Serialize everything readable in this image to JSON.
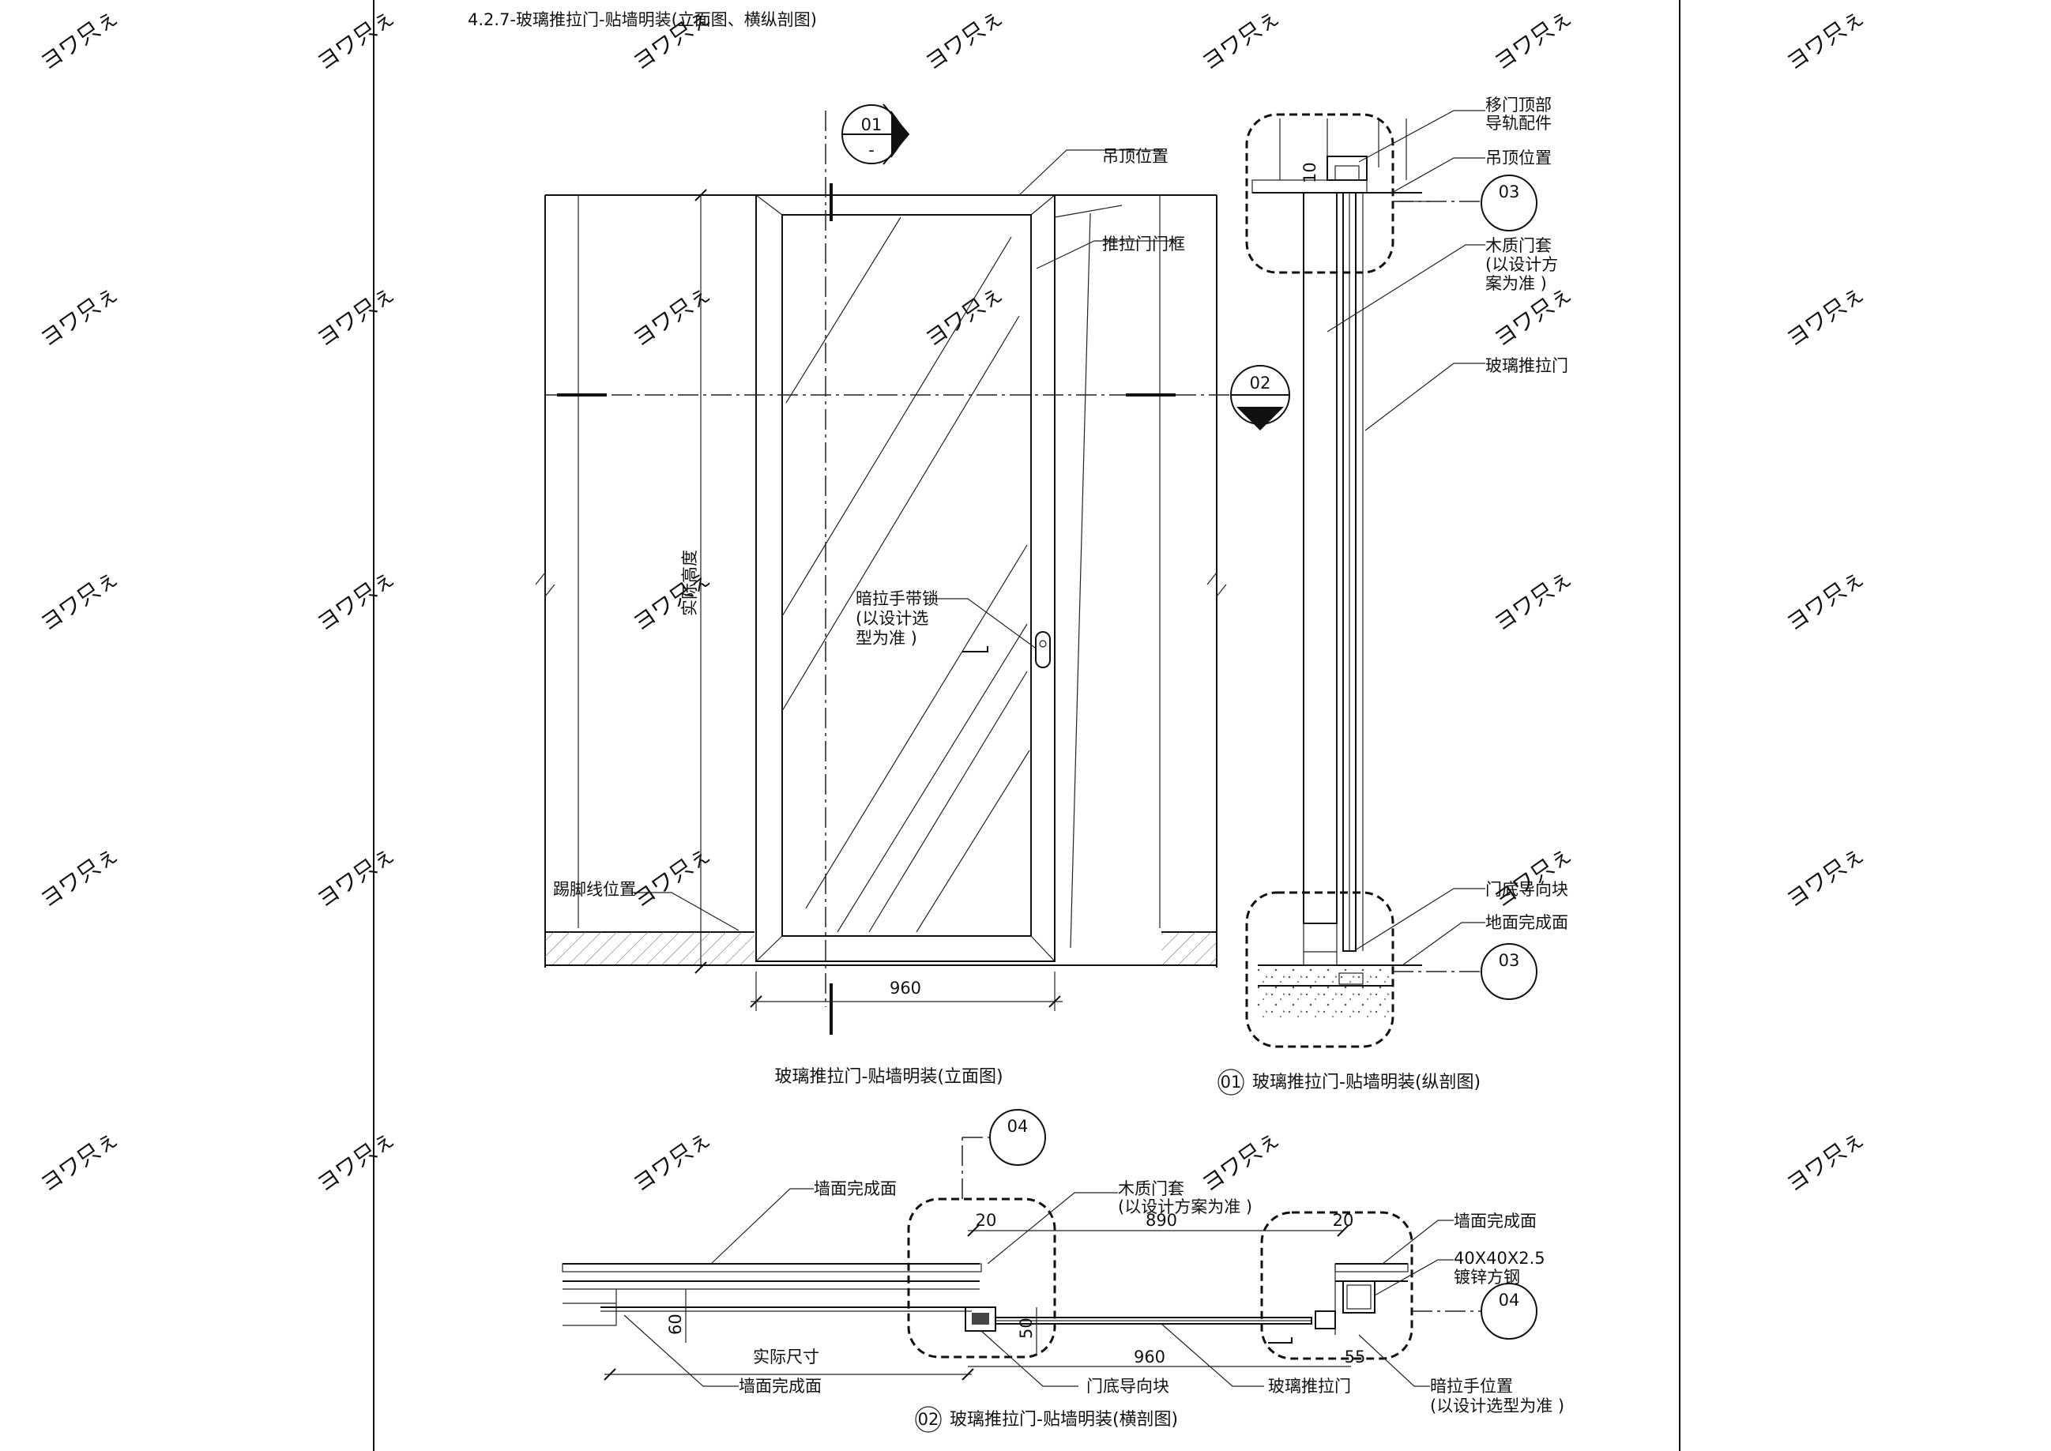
{
  "sheet": {
    "title": "4.2.7-玻璃推拉门-贴墙明装(立面图、横纵剖图)"
  },
  "watermark": {
    "text": "ヨワ只ぇ"
  },
  "elevation": {
    "caption": "玻璃推拉门-贴墙明装(立面图)",
    "height_label": "实际高度",
    "width_dim": "960",
    "section_mark_01": {
      "number": "01",
      "sub": "-"
    },
    "section_mark_02": {
      "number": "02",
      "sub": "-"
    },
    "labels": {
      "ceiling": "吊顶位置",
      "frame": "推拉门门框",
      "handle_line1": "暗拉手带锁",
      "handle_line2": "(以设计选",
      "handle_line3": "型为准 )",
      "skirting": "踢脚线位置"
    }
  },
  "longitudinal": {
    "caption_num": "01",
    "caption": "玻璃推拉门-贴墙明装(纵剖图)",
    "detail_top": "03",
    "detail_bottom": "03",
    "top_dim": "10",
    "labels": {
      "top_rail_line1": "移门顶部",
      "top_rail_line2": "导轨配件",
      "ceiling": "吊顶位置",
      "wood_line1": "木质门套",
      "wood_line2": "(以设计方",
      "wood_line3": "案为准 )",
      "glass_door": "玻璃推拉门",
      "bottom_guide": "门底导向块",
      "floor": "地面完成面"
    }
  },
  "cross": {
    "caption_num": "02",
    "caption": "玻璃推拉门-贴墙明装(横剖图)",
    "detail_top": "04",
    "detail_right": "04",
    "dims": {
      "left_20": "20",
      "top_890": "890",
      "right_20": "20",
      "depth_60": "60",
      "gap_50": "50",
      "actual": "实际尺寸",
      "bottom_960": "960",
      "bottom_55": "55"
    },
    "labels": {
      "wall_top_left": "墙面完成面",
      "wood_line1": "木质门套",
      "wood_line2": "(以设计方案为准 )",
      "wall_right": "墙面完成面",
      "steel_line1": "40X40X2.5",
      "steel_line2": "镀锌方钢",
      "wall_bottom": "墙面完成面",
      "bottom_guide": "门底导向块",
      "glass_door": "玻璃推拉门",
      "handle_line1": "暗拉手位置",
      "handle_line2": "(以设计选型为准 )"
    }
  }
}
